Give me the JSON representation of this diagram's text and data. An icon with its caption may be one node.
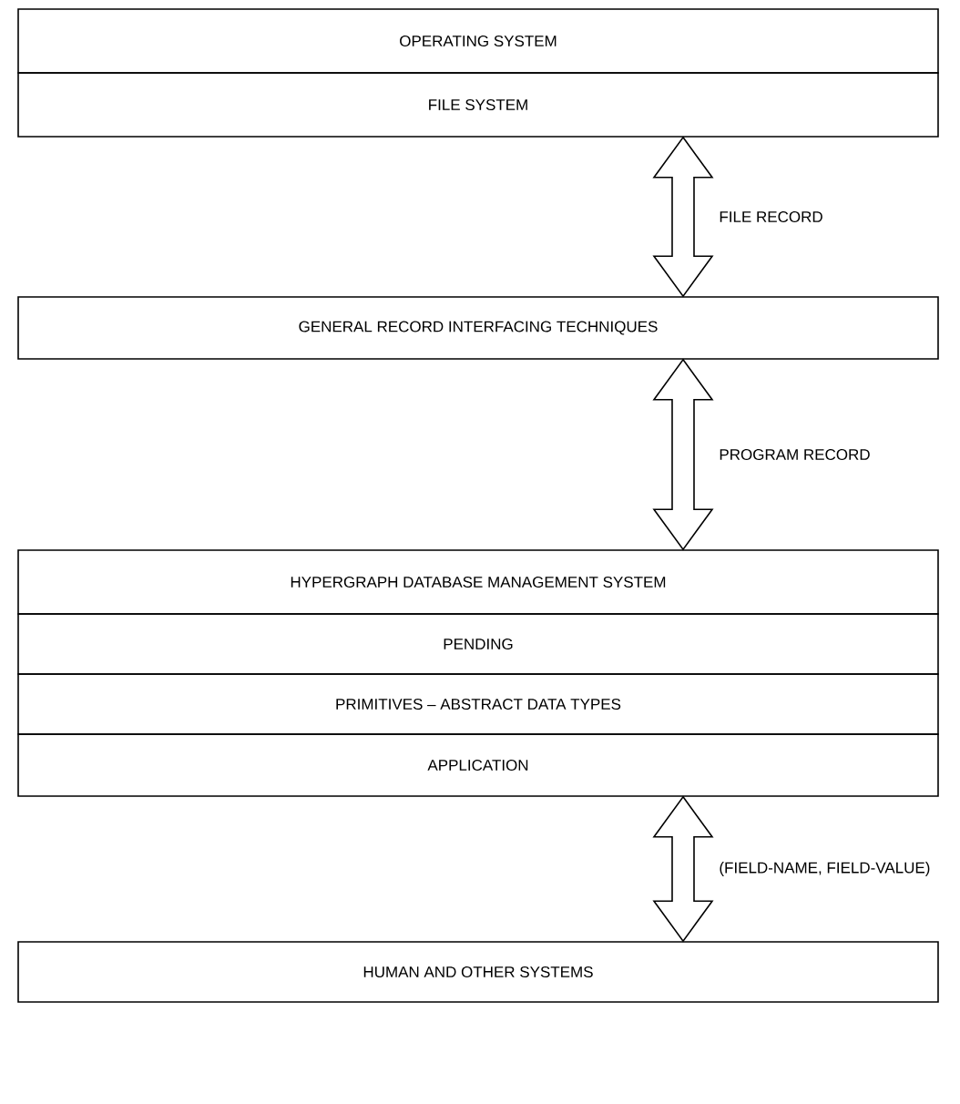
{
  "diagram": {
    "nodes": [
      {
        "text": [
          "OPERATING SYSTEM"
        ]
      },
      {
        "text": [
          "FILE SYSTEM"
        ]
      },
      {
        "text": [
          "GENERAL RECORD INTERFACING TECHNIQUES"
        ]
      },
      {
        "text": [
          "HYPERGRAPH DATABASE MANAGEMENT SYSTEM"
        ]
      },
      {
        "text": [
          "PENDING"
        ]
      },
      {
        "text": [
          "PRIMITIVES – ABSTRACT DATA TYPES"
        ]
      },
      {
        "text": [
          "APPLICATION"
        ]
      },
      {
        "text": [
          "HUMAN AND OTHER SYSTEMS"
        ]
      }
    ],
    "edges": [
      {
        "from": 1,
        "to": 2,
        "arrow": "both",
        "label": "FILE RECORD"
      },
      {
        "from": 2,
        "to": 3,
        "arrow": "both",
        "label": "PROGRAM RECORD"
      },
      {
        "from": 6,
        "to": 7,
        "arrow": "both",
        "label": "(FIELD-NAME, FIELD-VALUE)"
      }
    ]
  }
}
